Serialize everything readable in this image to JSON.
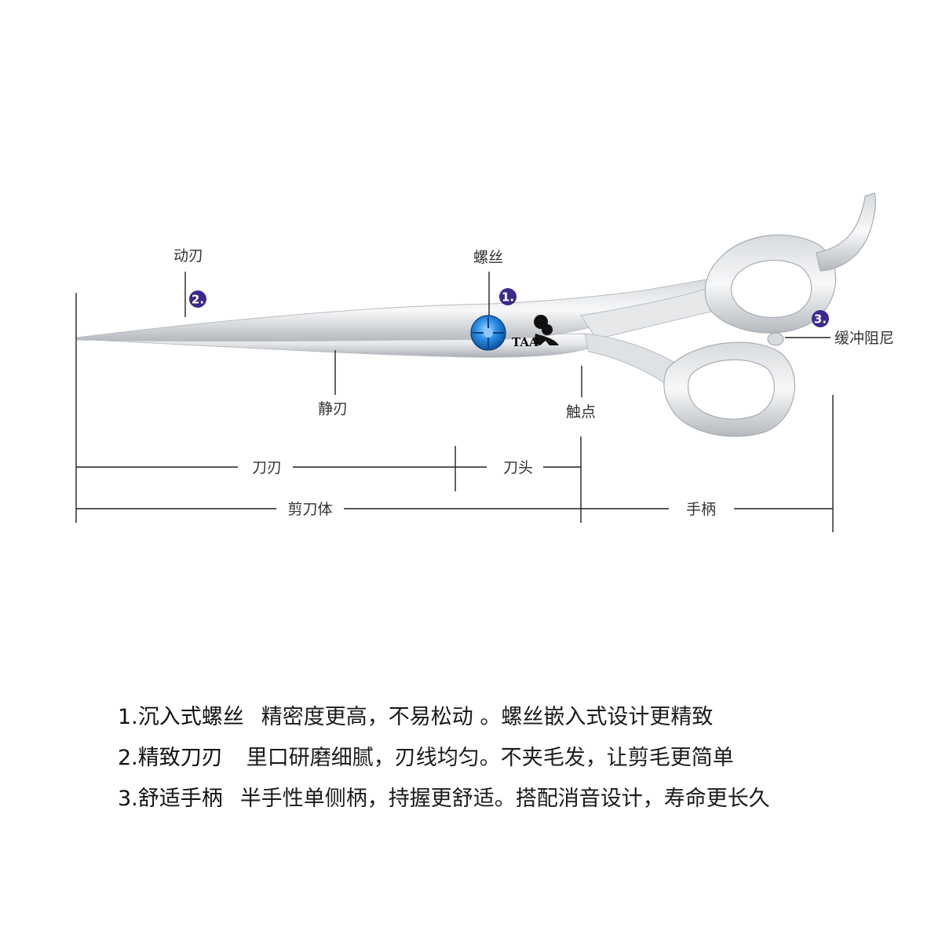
{
  "labels": {
    "moving_blade": "动刃",
    "screw": "螺丝",
    "static_blade": "静刃",
    "contact_point": "触点",
    "damper": "缓冲阻尼"
  },
  "badges": [
    "1.",
    "2.",
    "3."
  ],
  "brand": "TAA",
  "dimensions": {
    "blade_edge": "刀刃",
    "blade_tip": "刀头",
    "scissor_body": "剪刀体",
    "handle": "手柄"
  },
  "features": [
    {
      "title": "1.沉入式螺丝",
      "desc": "精密度更高，不易松动 。螺丝嵌入式设计更精致"
    },
    {
      "title": "2.精致刀刃",
      "desc": "里口研磨细腻，刃线均匀。不夹毛发，让剪毛更简单"
    },
    {
      "title": "3.舒适手柄",
      "desc": "半手性单侧柄，持握更舒适。搭配消音设计，寿命更长久"
    }
  ],
  "colors": {
    "badge": "#3d2a8c",
    "screw": "#1f7fd6",
    "steel_light": "#f4f5f6",
    "steel_dark": "#9aa0a6",
    "line": "#222222"
  }
}
